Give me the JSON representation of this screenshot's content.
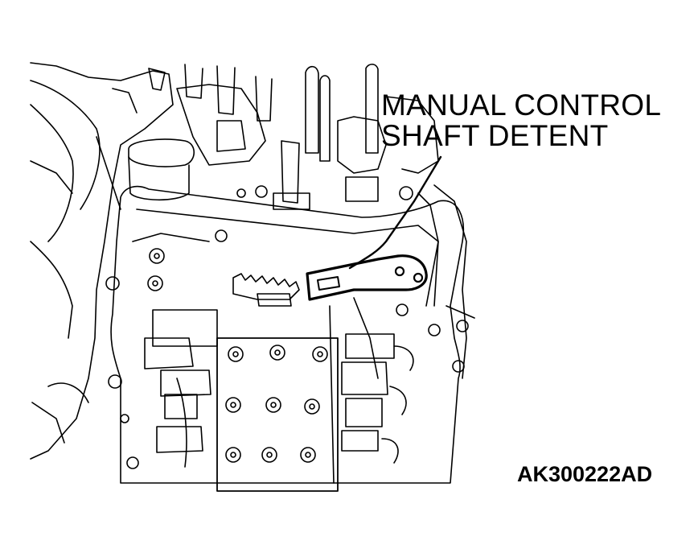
{
  "callout": {
    "line1": "MANUAL CONTROL",
    "line2": "SHAFT DETENT"
  },
  "figure_code": "AK300222AD",
  "highlight_color": "#000000"
}
